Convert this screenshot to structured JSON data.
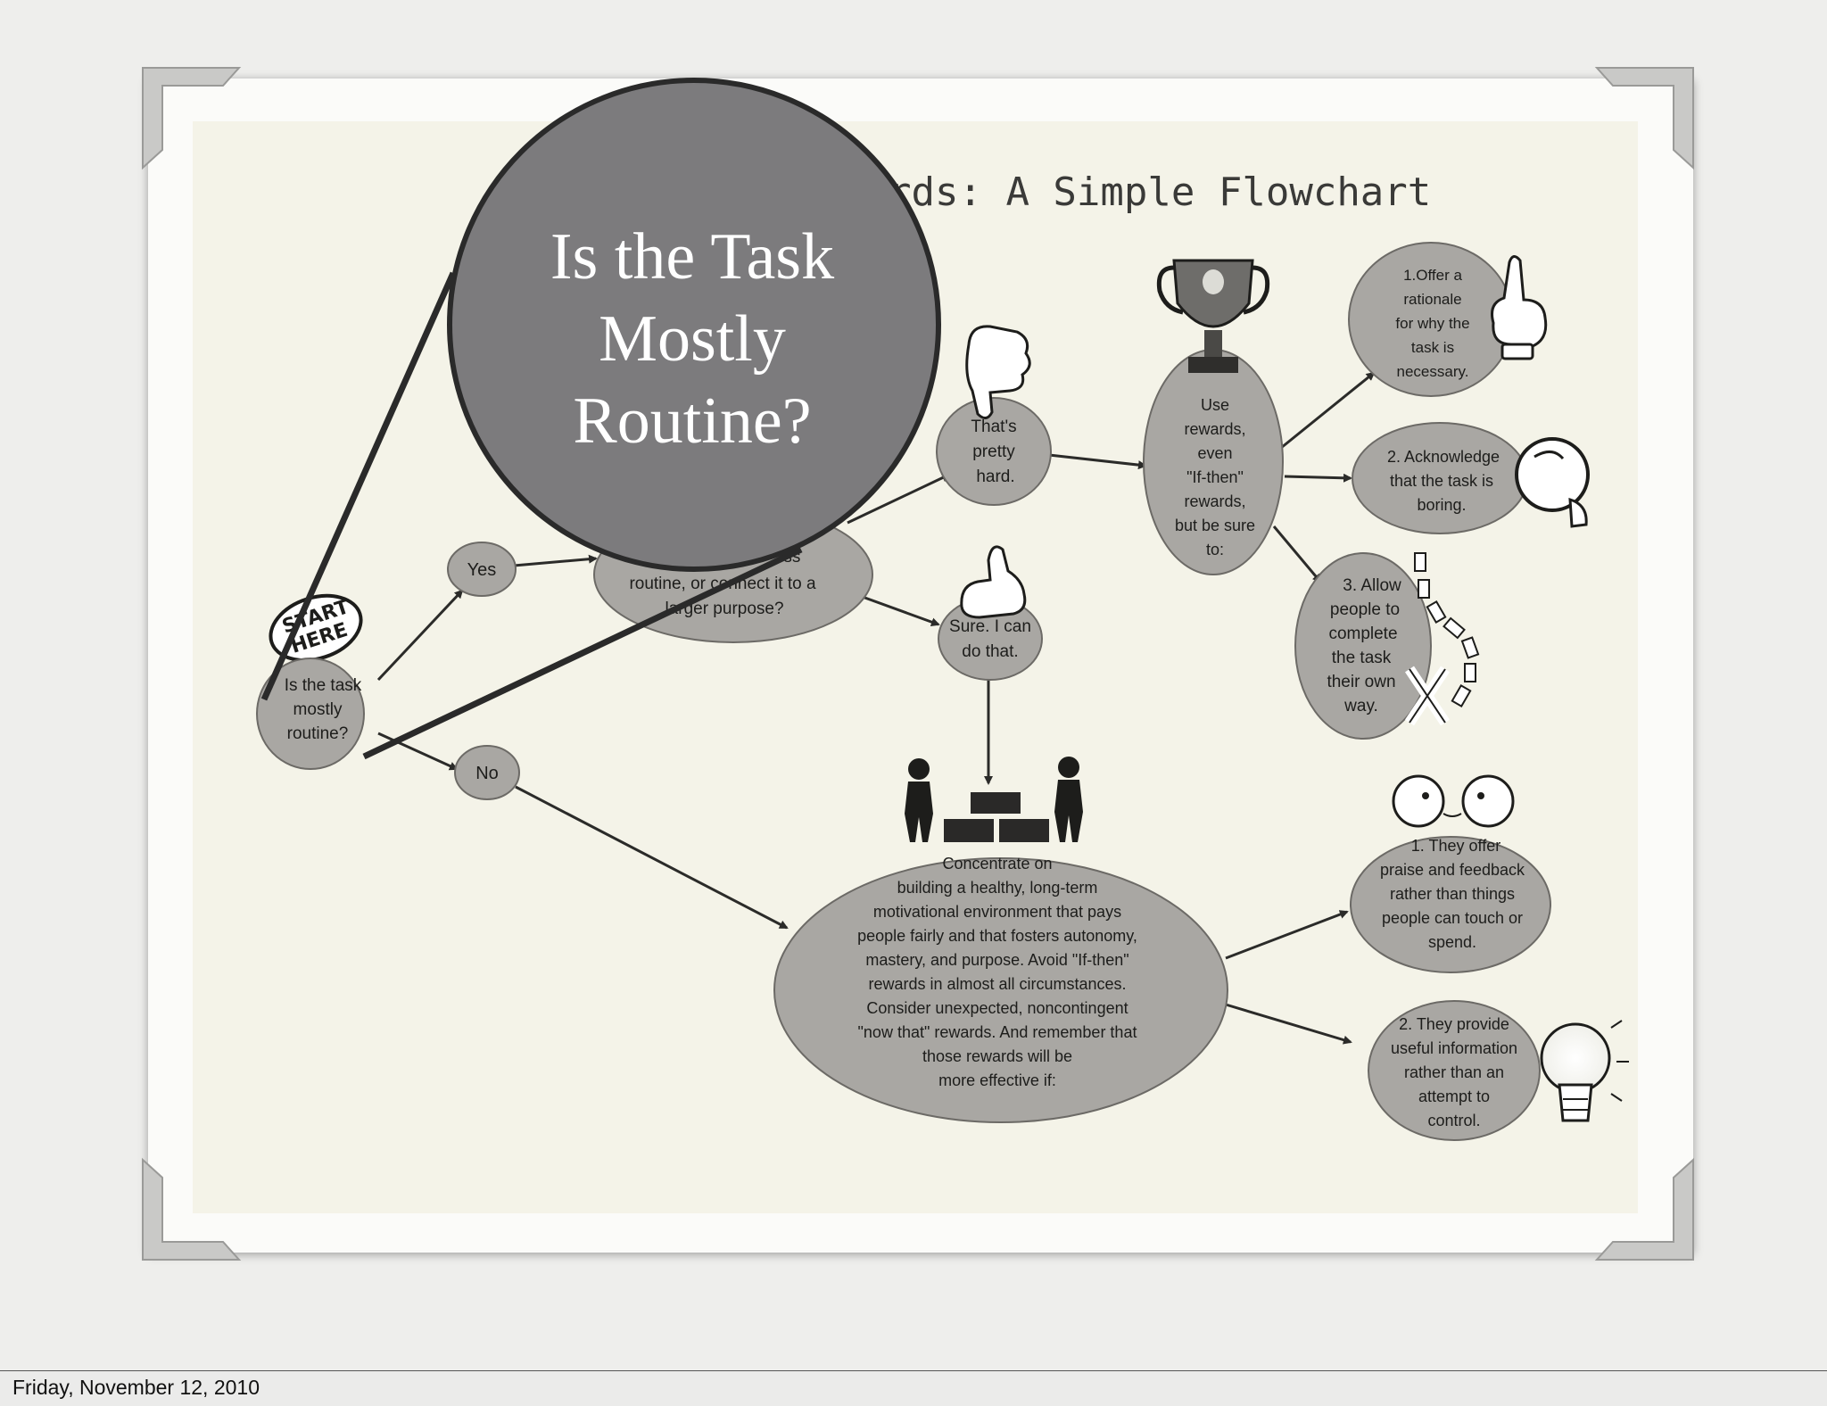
{
  "slide": {
    "heading_fragment": "rds: A Simple Flowchart",
    "callout": {
      "lines": [
        "Is the Task",
        "Mostly",
        "Routine?"
      ]
    },
    "start_badge": {
      "lines": [
        "START",
        "HERE"
      ]
    },
    "nodes": {
      "start_question": [
        "Is the task",
        "mostly",
        "routine?"
      ],
      "yes": [
        "Yes"
      ],
      "no": [
        "No"
      ],
      "improve": [
        "...ss",
        "routine, or connect it to a",
        "larger purpose?"
      ],
      "pretty_hard": [
        "That's",
        "pretty",
        "hard."
      ],
      "sure": [
        "Sure. I can",
        "do that."
      ],
      "use_rewards": [
        "Use",
        "rewards,",
        "even",
        "\"If-then\"",
        "rewards,",
        "but be sure",
        "to:"
      ],
      "offer_rationale": [
        "1.Offer a",
        "rationale",
        "for why the",
        "task is",
        "necessary."
      ],
      "acknowledge": [
        "2. Acknowledge",
        "that the task is",
        "boring."
      ],
      "allow": [
        "3. Allow",
        "people to",
        "complete",
        "the task",
        "their own",
        "way."
      ],
      "concentrate": [
        "Concentrate on",
        "building a healthy, long-term",
        "motivational environment that pays",
        "people fairly and that fosters autonomy,",
        "mastery, and purpose. Avoid \"If-then\"",
        "rewards in almost all circumstances.",
        "Consider unexpected, noncontingent",
        "\"now that\" rewards. And remember that",
        "those rewards will be",
        "more effective if:"
      ],
      "praise": [
        "1. They offer",
        "praise and feedback",
        "rather than things",
        "people can touch or",
        "spend."
      ],
      "useful_info": [
        "2. They provide",
        "useful information",
        "rather than an",
        "attempt to",
        "control."
      ]
    },
    "icons": [
      "trophy-icon",
      "thumbs-down-icon",
      "thumbs-up-icon",
      "pointing-finger-icon",
      "thinking-face-icon",
      "dotted-path-icon",
      "workers-bricks-icon",
      "talking-faces-icon",
      "lightbulb-icon"
    ],
    "colors": {
      "node_fill": "#a9a7a3",
      "callout_fill": "#7c7b7d",
      "paper": "#f4f3e8"
    }
  },
  "footer": {
    "date": "Friday, November 12, 2010"
  }
}
